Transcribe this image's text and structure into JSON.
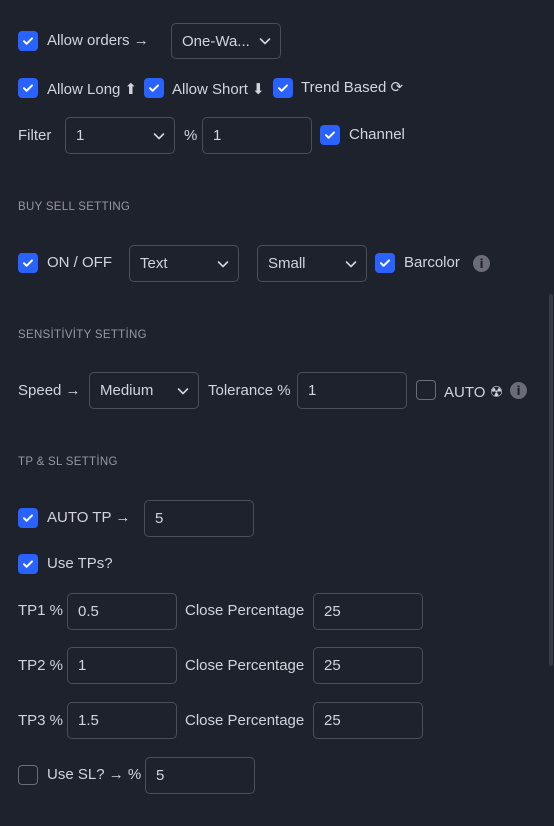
{
  "orders": {
    "allow_orders_label": "Allow orders →",
    "allow_orders_checked": true,
    "mode_value": "One-Wa..."
  },
  "direction": {
    "allow_long_label": "Allow Long ⬆",
    "allow_long_checked": true,
    "allow_short_label": "Allow Short ⬇",
    "allow_short_checked": true,
    "trend_based_label": "Trend Based ⟳",
    "trend_based_checked": true
  },
  "filter": {
    "label": "Filter",
    "select_value": "1",
    "percent_label": "%",
    "input_value": "1",
    "channel_label": "Channel",
    "channel_checked": true
  },
  "buy_sell": {
    "title": "BUY SELL SETTING",
    "on_off_label": "ON / OFF",
    "on_off_checked": true,
    "style_value": "Text",
    "size_value": "Small",
    "barcolor_label": "Barcolor",
    "barcolor_checked": true,
    "info_glyph": "i"
  },
  "sensitivity": {
    "title": "SENSİTİVİTY SETTİNG",
    "speed_label": "Speed →",
    "speed_value": "Medium",
    "tolerance_label": "Tolerance %",
    "tolerance_value": "1",
    "auto_label": "AUTO ☢",
    "auto_checked": false,
    "info_glyph": "i"
  },
  "tp_sl": {
    "title": "TP & SL SETTİNG",
    "auto_tp_label": "AUTO TP →",
    "auto_tp_checked": true,
    "auto_tp_value": "5",
    "use_tps_label": "Use TPs?",
    "use_tps_checked": true,
    "tp_rows": [
      {
        "label": "TP1 %",
        "value": "0.5",
        "close_label": "Close Percentage",
        "close_value": "25"
      },
      {
        "label": "TP2 %",
        "value": "1",
        "close_label": "Close Percentage",
        "close_value": "25"
      },
      {
        "label": "TP3 %",
        "value": "1.5",
        "close_label": "Close Percentage",
        "close_value": "25"
      }
    ],
    "use_sl_label": "Use SL? → %",
    "use_sl_checked": false,
    "sl_value": "5"
  },
  "colors": {
    "background": "#1e222d",
    "accent": "#2962ff",
    "text": "#d1d4dc",
    "muted": "#9598a1",
    "border": "#4a4e5a"
  },
  "icons": {
    "checkbox": "check-icon",
    "dropdown": "chevron-down-icon",
    "info": "info-icon"
  }
}
